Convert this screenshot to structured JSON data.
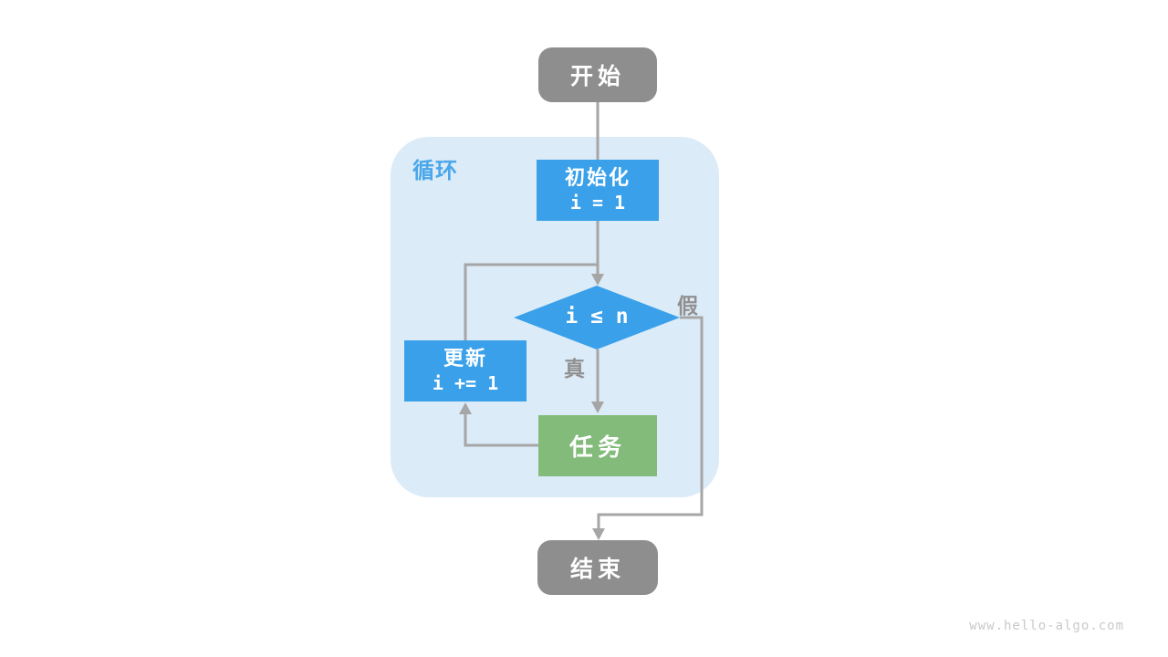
{
  "diagram": {
    "loop_label": "循环",
    "nodes": {
      "start": {
        "label": "开始"
      },
      "init": {
        "label": "初始化",
        "code": "i = 1"
      },
      "condition": {
        "code": "i ≤ n"
      },
      "update": {
        "label": "更新",
        "code": "i += 1"
      },
      "task": {
        "label": "任务"
      },
      "end": {
        "label": "结束"
      }
    },
    "branches": {
      "true_label": "真",
      "false_label": "假"
    },
    "colors": {
      "terminal_gray": "#8e8e8e",
      "process_blue": "#39a0e9",
      "task_green": "#83bb7b",
      "loop_container_bg": "#dcebf8",
      "loop_label_blue": "#4aa7e9",
      "connector_gray": "#a6a6a6",
      "branch_label_gray": "#909090",
      "node_text": "#ffffff"
    }
  },
  "watermark": "www.hello-algo.com"
}
